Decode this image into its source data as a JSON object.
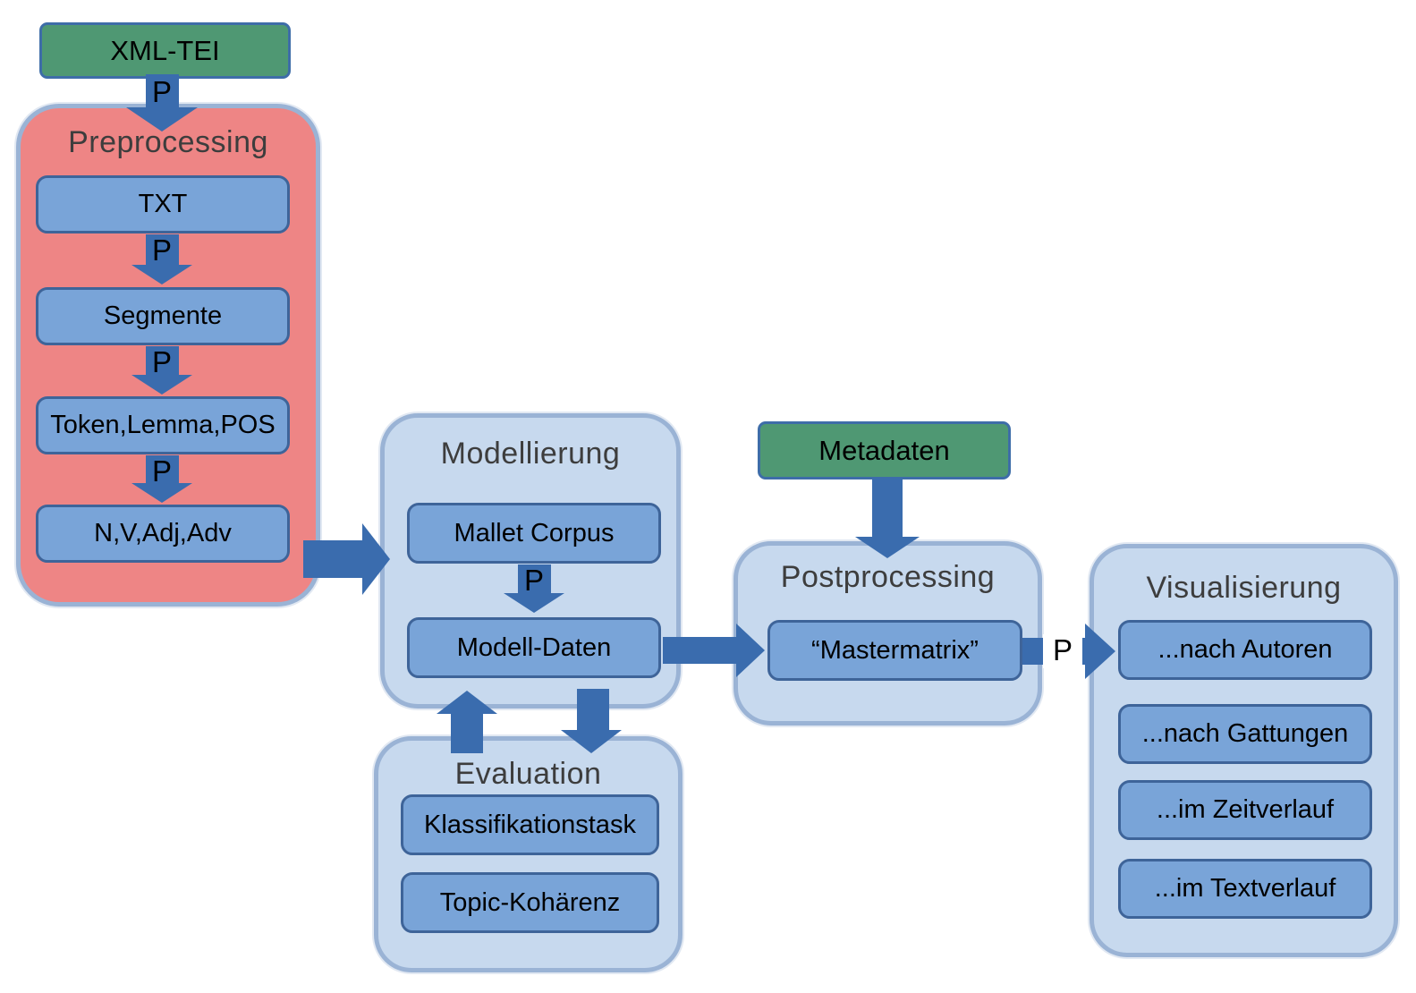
{
  "palette": {
    "green_node_fill": "#4f9873",
    "green_node_border": "#3e6da8",
    "red_container_fill": "#ee8585",
    "blue_container_fill": "#c7d9ee",
    "container_border": "#9ab3d5",
    "step_fill": "#79a4d8",
    "step_border": "#3e6499",
    "arrow_color": "#3a6cae",
    "title_color": "#3d3d3d"
  },
  "inputs": {
    "xml_tei": "XML-TEI",
    "metadaten": "Metadaten"
  },
  "containers": {
    "preprocessing": {
      "title": "Preprocessing",
      "steps": [
        "TXT",
        "Segmente",
        "Token,Lemma,POS",
        "N,V,Adj,Adv"
      ]
    },
    "modellierung": {
      "title": "Modellierung",
      "steps": [
        "Mallet Corpus",
        "Modell-Daten"
      ]
    },
    "postprocessing": {
      "title": "Postprocessing",
      "steps": [
        "“Mastermatrix”"
      ]
    },
    "visualisierung": {
      "title": "Visualisierung",
      "steps": [
        "...nach Autoren",
        "...nach Gattungen",
        "...im Zeitverlauf",
        "...im Textverlauf"
      ]
    },
    "evaluation": {
      "title": "Evaluation",
      "steps": [
        "Klassifikationstask",
        "Topic-Kohärenz"
      ]
    }
  },
  "arrows": {
    "process_label": "P"
  }
}
